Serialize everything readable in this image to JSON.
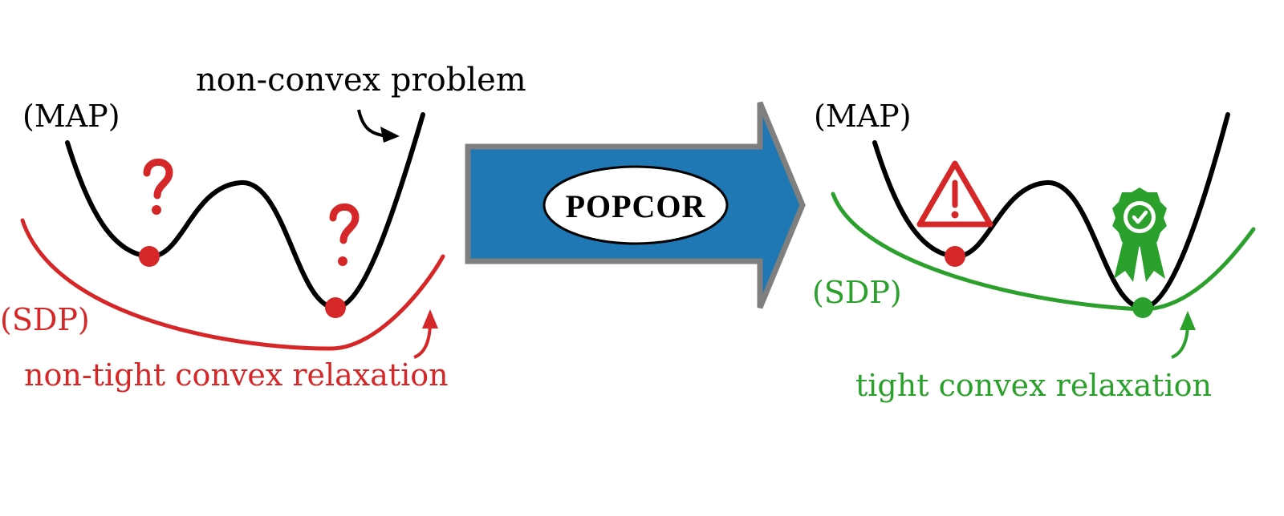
{
  "colors": {
    "map_curve": "#000000",
    "non_tight": "#d62728",
    "tight": "#2ca02c",
    "arrow_fill": "#1f77b4",
    "arrow_stroke": "#7f7f7f"
  },
  "left_panel": {
    "map_label": "(MAP)",
    "sdp_label": "(SDP)",
    "problem_label": "non-convex problem",
    "relaxation_label": "non-tight convex relaxation",
    "icons": [
      "question-mark-icon",
      "question-mark-icon"
    ]
  },
  "center": {
    "method_name": "POPCOR",
    "icon": "right-arrow-icon"
  },
  "right_panel": {
    "map_label": "(MAP)",
    "sdp_label": "(SDP)",
    "relaxation_label": "tight convex relaxation",
    "icons": [
      "warning-triangle-icon",
      "award-badge-icon"
    ]
  }
}
